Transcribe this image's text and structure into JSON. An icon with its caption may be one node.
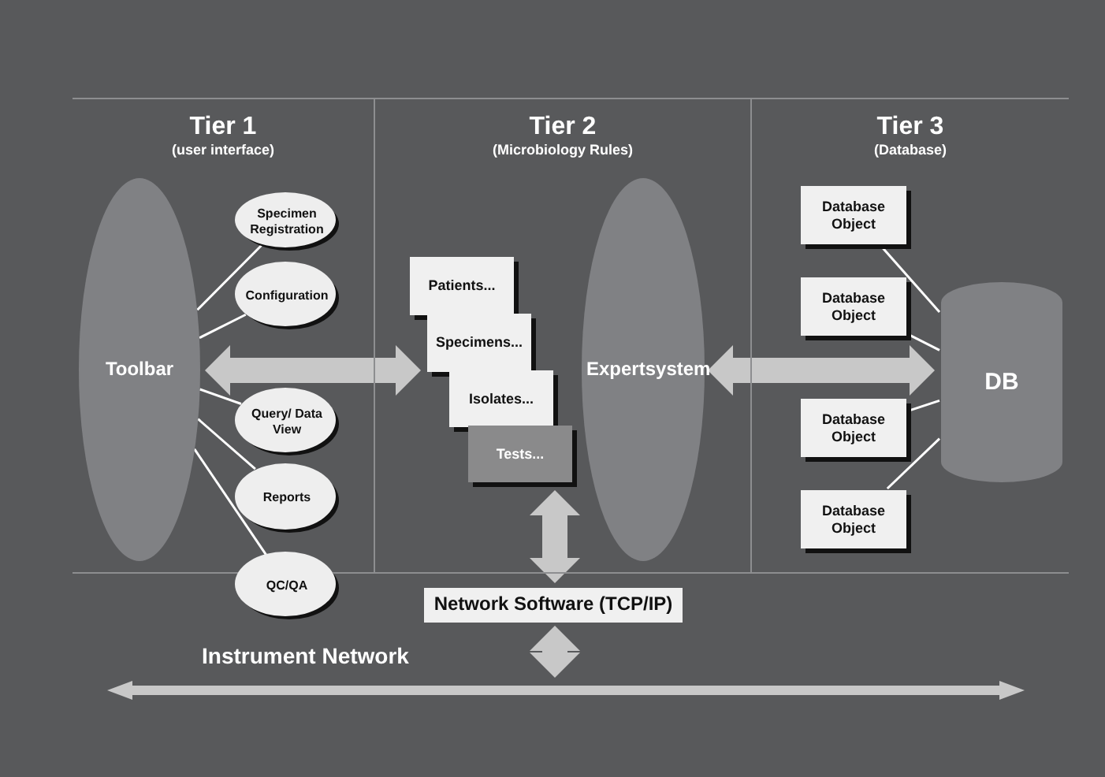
{
  "diagram": {
    "nodes": [
      {
        "text": [
          "Tier 1",
          "(user interface)"
        ]
      },
      {
        "text": [
          "Toolbar"
        ],
        "in": 0
      },
      {
        "text": [
          "Specimen Registration"
        ],
        "in": 0
      },
      {
        "text": [
          "Configuration"
        ],
        "in": 0
      },
      {
        "text": [
          "Query/ Data View"
        ],
        "in": 0
      },
      {
        "text": [
          "Reports"
        ],
        "in": 0
      },
      {
        "text": [
          "QC/QA"
        ]
      },
      {
        "text": [
          "Tier 2",
          "(Microbiology Rules)"
        ]
      },
      {
        "text": [
          "Patients..."
        ],
        "in": 7
      },
      {
        "text": [
          "Specimens..."
        ],
        "in": 7
      },
      {
        "text": [
          "Isolates..."
        ],
        "in": 7
      },
      {
        "text": [
          "Tests..."
        ],
        "in": 7
      },
      {
        "text": [
          "Expertsystem"
        ],
        "in": 7
      },
      {
        "text": [
          "Tier 3",
          "(Database)"
        ]
      },
      {
        "text": [
          "Database Object"
        ],
        "in": 13
      },
      {
        "text": [
          "Database Object"
        ],
        "in": 13
      },
      {
        "text": [
          "Database Object"
        ],
        "in": 13
      },
      {
        "text": [
          "Database Object"
        ],
        "in": 13
      },
      {
        "text": [
          "DB"
        ],
        "in": 13
      },
      {
        "text": [
          "Network Software (TCP/IP)"
        ]
      },
      {
        "text": [
          "Instrument Network"
        ]
      }
    ],
    "edges": [
      {
        "from": 1,
        "to": 2,
        "arrow": "none"
      },
      {
        "from": 1,
        "to": 3,
        "arrow": "none"
      },
      {
        "from": 1,
        "to": 4,
        "arrow": "none"
      },
      {
        "from": 1,
        "to": 5,
        "arrow": "none"
      },
      {
        "from": 1,
        "to": 6,
        "arrow": "none"
      },
      {
        "from": 1,
        "to": 9,
        "arrow": "both",
        "style": "thick",
        "color": "#c8c8c8"
      },
      {
        "from": 12,
        "to": 18,
        "arrow": "both",
        "style": "thick",
        "color": "#c8c8c8"
      },
      {
        "from": 14,
        "to": 18,
        "arrow": "none"
      },
      {
        "from": 15,
        "to": 18,
        "arrow": "none"
      },
      {
        "from": 16,
        "to": 18,
        "arrow": "none"
      },
      {
        "from": 17,
        "to": 18,
        "arrow": "none"
      },
      {
        "from": 11,
        "to": 19,
        "arrow": "both",
        "style": "thick",
        "color": "#c8c8c8"
      },
      {
        "from": 19,
        "to": 20,
        "arrow": "both",
        "style": "thick",
        "color": "#c8c8c8"
      }
    ]
  }
}
